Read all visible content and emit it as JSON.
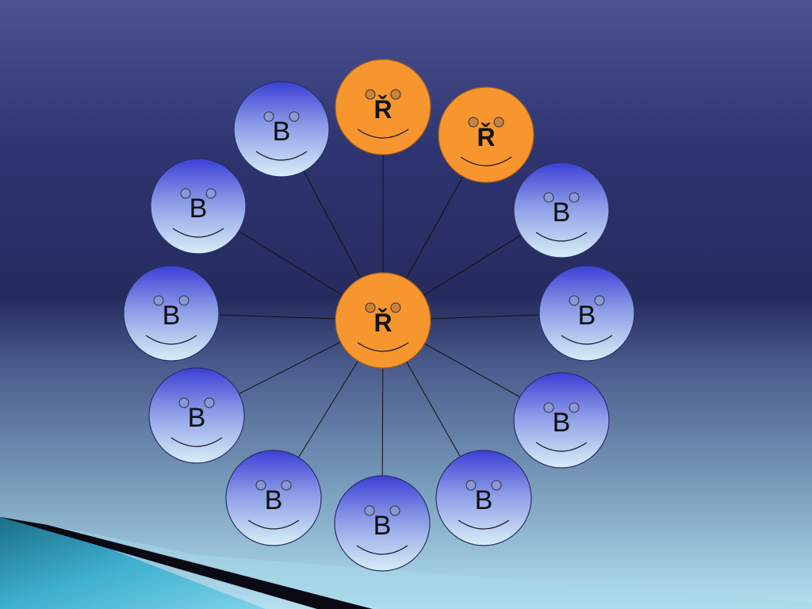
{
  "diagram": {
    "center": {
      "label": "Ř",
      "kind": "orange"
    },
    "outer": [
      {
        "label": "Ř",
        "kind": "orange"
      },
      {
        "label": "Ř",
        "kind": "orange"
      },
      {
        "label": "B",
        "kind": "blue"
      },
      {
        "label": "B",
        "kind": "blue"
      },
      {
        "label": "B",
        "kind": "blue"
      },
      {
        "label": "B",
        "kind": "blue"
      },
      {
        "label": "B",
        "kind": "blue"
      },
      {
        "label": "B",
        "kind": "blue"
      },
      {
        "label": "B",
        "kind": "blue"
      },
      {
        "label": "B",
        "kind": "blue"
      },
      {
        "label": "B",
        "kind": "blue"
      },
      {
        "label": "B",
        "kind": "blue"
      }
    ]
  },
  "colors": {
    "orange": "#f7962f",
    "orange_stroke": "#a8611c",
    "blue_top": "#3c3fd6",
    "blue_bottom": "#d4eaf4",
    "line": "#111111"
  },
  "icons": {
    "face": "smiley-face-icon",
    "eye": "eye-dot-icon"
  }
}
